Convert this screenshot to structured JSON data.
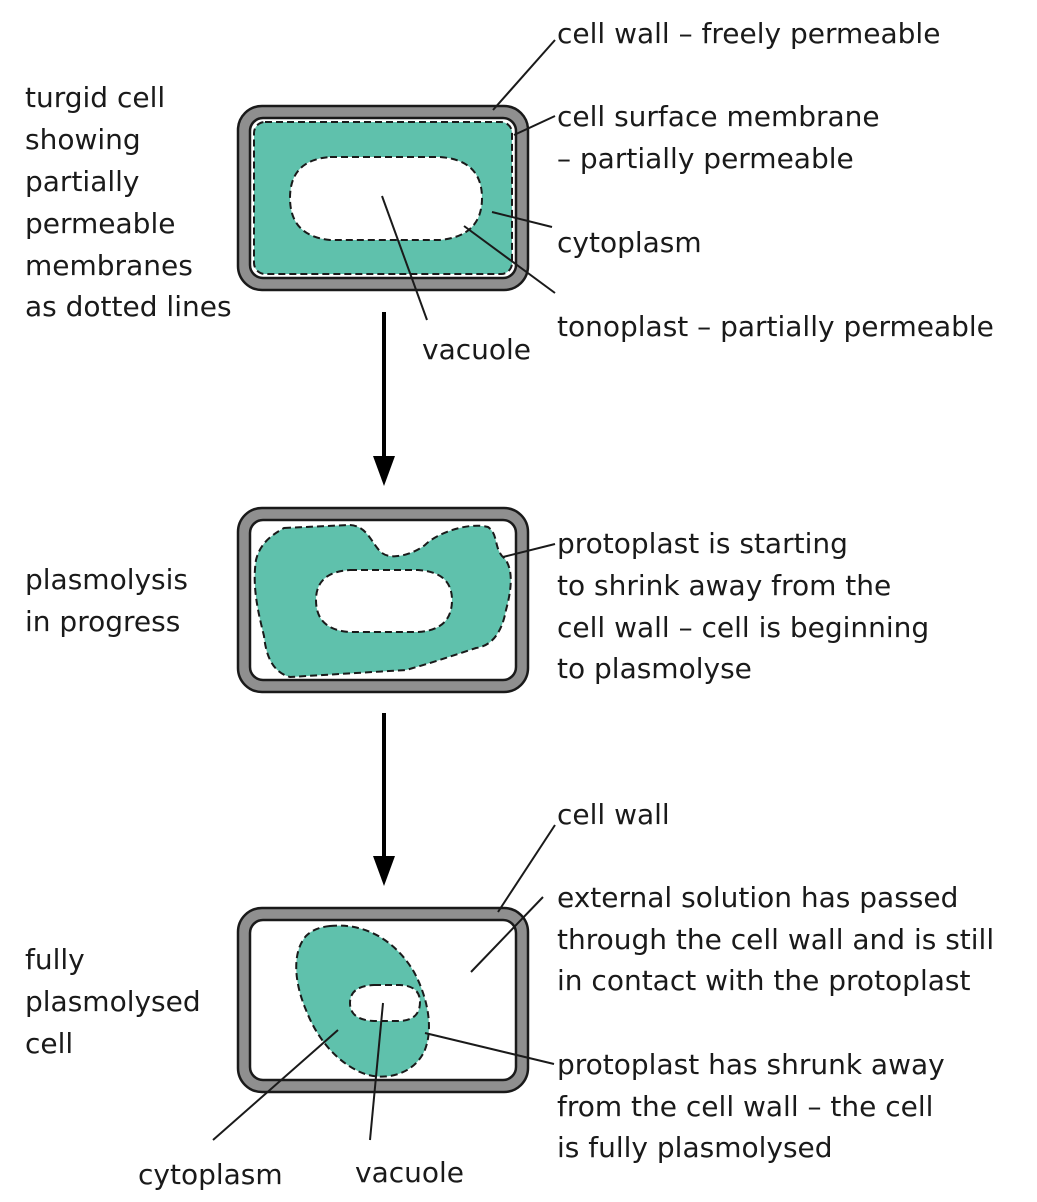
{
  "stages": [
    {
      "side_label": [
        "turgid cell",
        "showing",
        "partially",
        "permeable",
        "membranes",
        "as dotted lines"
      ],
      "labels": {
        "cell_wall": "cell wall – freely permeable",
        "membrane": [
          "cell surface membrane",
          "– partially permeable"
        ],
        "cytoplasm": "cytoplasm",
        "tonoplast": "tonoplast – partially permeable",
        "vacuole": "vacuole"
      }
    },
    {
      "side_label": [
        "plasmolysis",
        "in progress"
      ],
      "labels": {
        "protoplast": [
          "protoplast is starting",
          "to shrink away from the",
          "cell wall – cell is beginning",
          "to plasmolyse"
        ]
      }
    },
    {
      "side_label": [
        "fully",
        "plasmolysed",
        "cell"
      ],
      "labels": {
        "cell_wall": "cell wall",
        "external": [
          "external solution has passed",
          "through the cell wall and is still",
          "in contact with the protoplast"
        ],
        "protoplast": [
          "protoplast has shrunk away",
          "from the cell wall – the cell",
          "is fully plasmolysed"
        ],
        "cytoplasm": "cytoplasm",
        "vacuole": "vacuole"
      }
    }
  ],
  "colors": {
    "cytoplasm": "#5fc1ac",
    "cell_wall": "#8f8f8f"
  }
}
